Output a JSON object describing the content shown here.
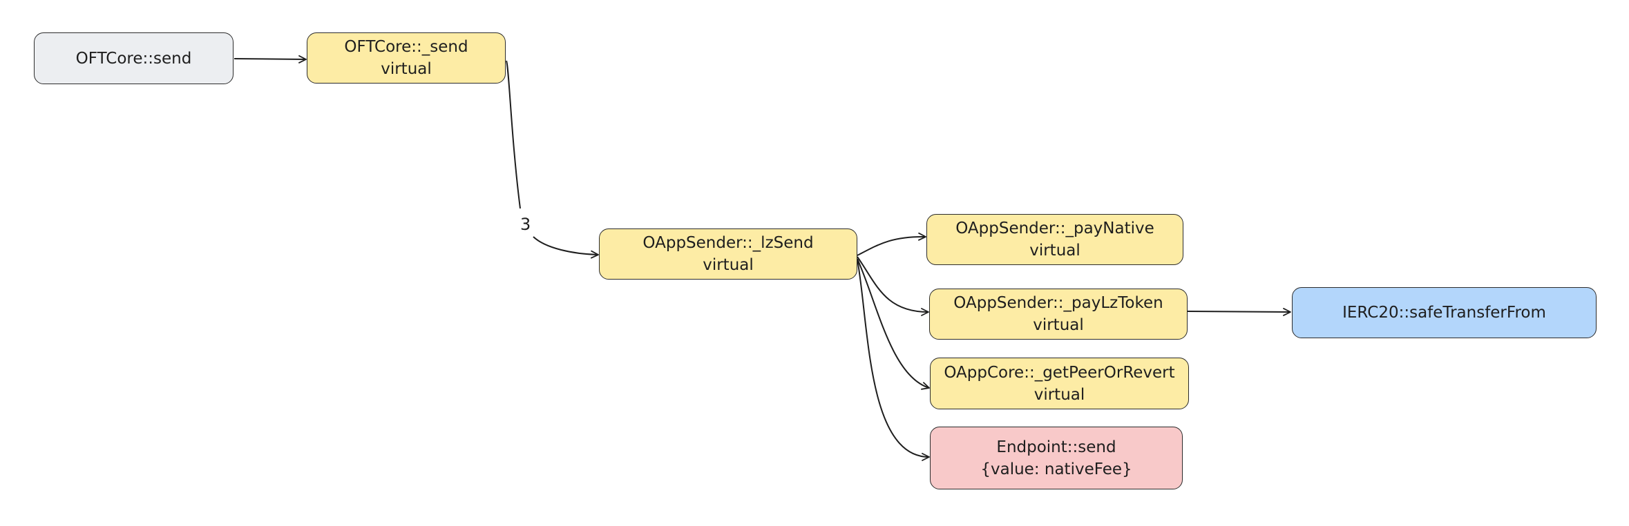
{
  "colors": {
    "gray": "#eceef1",
    "yellow": "#fdeca5",
    "blue": "#b3d6fb",
    "red": "#f8c9c9",
    "stroke": "#1e1e1e"
  },
  "nodes": {
    "oftcore_send": {
      "label": "OFTCore::send",
      "sub": ""
    },
    "oftcore__send": {
      "label": "OFTCore::_send",
      "sub": "virtual"
    },
    "oappsender__lzsend": {
      "label": "OAppSender::_lzSend",
      "sub": "virtual"
    },
    "oappsender__paynative": {
      "label": "OAppSender::_payNative",
      "sub": "virtual"
    },
    "oappsender__paylztoken": {
      "label": "OAppSender::_payLzToken",
      "sub": "virtual"
    },
    "oappcore__getpeerorrevert": {
      "label": "OAppCore::_getPeerOrRevert",
      "sub": "virtual"
    },
    "endpoint_send": {
      "label": "Endpoint::send",
      "sub": "{value: nativeFee}"
    },
    "ierc20_safetransferfrom": {
      "label": "IERC20::safeTransferFrom",
      "sub": ""
    }
  },
  "edges": [
    {
      "from": "oftcore_send",
      "to": "oftcore__send",
      "label": ""
    },
    {
      "from": "oftcore__send",
      "to": "oappsender__lzsend",
      "label": "3"
    },
    {
      "from": "oappsender__lzsend",
      "to": "oappsender__paynative",
      "label": ""
    },
    {
      "from": "oappsender__lzsend",
      "to": "oappsender__paylztoken",
      "label": ""
    },
    {
      "from": "oappsender__lzsend",
      "to": "oappcore__getpeerorrevert",
      "label": ""
    },
    {
      "from": "oappsender__lzsend",
      "to": "endpoint_send",
      "label": ""
    },
    {
      "from": "oappsender__paylztoken",
      "to": "ierc20_safetransferfrom",
      "label": ""
    }
  ]
}
